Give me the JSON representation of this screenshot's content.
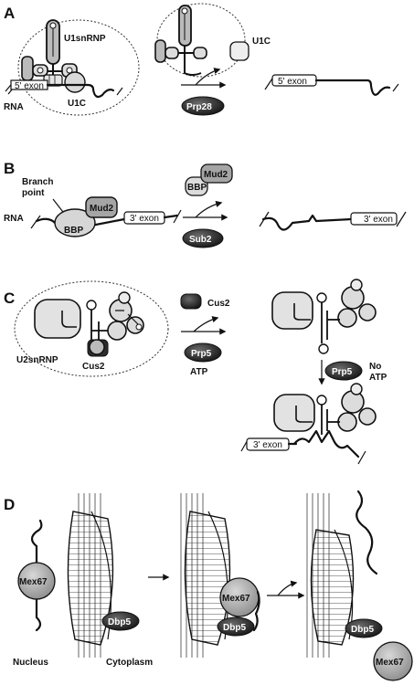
{
  "panels": {
    "a": {
      "letter": "A",
      "u1snrnp": "U1snRNP",
      "u1c_left": "U1C",
      "u1c_released": "U1C",
      "exon_left": "5' exon",
      "exon_right": "5' exon",
      "rna": "RNA",
      "factor": "Prp28"
    },
    "b": {
      "letter": "B",
      "branch_point_1": "Branch",
      "branch_point_2": "point",
      "rna": "RNA",
      "mud2": "Mud2",
      "bbp": "BBP",
      "exon_left": "3' exon",
      "bbp_released": "BBP",
      "mud2_released": "Mud2",
      "factor": "Sub2",
      "exon_right": "3' exon"
    },
    "c": {
      "letter": "C",
      "u2snrnp": "U2snRNP",
      "cus2": "Cus2",
      "cus2_released": "Cus2",
      "factor": "Prp5",
      "atp": "ATP",
      "factor_2": "Prp5",
      "no_atp_1": "No",
      "no_atp_2": "ATP",
      "exon": "3' exon"
    },
    "d": {
      "letter": "D",
      "mex67_1": "Mex67",
      "dbp5_1": "Dbp5",
      "mex67_2": "Mex67",
      "dbp5_2": "Dbp5",
      "dbp5_3": "Dbp5",
      "mex67_3": "Mex67",
      "nucleus": "Nucleus",
      "cytoplasm": "Cytoplasm"
    }
  },
  "colors": {
    "light_gray": "#dcdcdc",
    "mid_gray": "#a8a8a8",
    "dark_factor": "#2a2a2a",
    "outline": "#111111"
  }
}
